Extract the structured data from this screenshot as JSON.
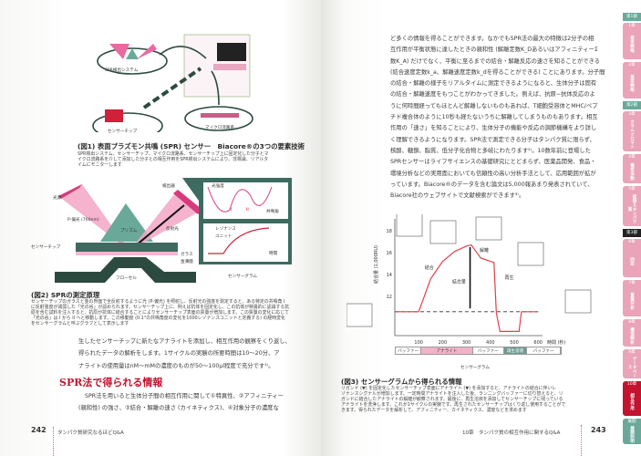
{
  "left_page": {
    "figure1": {
      "title": "(図1) 表面プラズモン共鳴 (SPR) センサー　Biacore®の3つの要素技術",
      "text": [
        "SPR検出システム、センサーチップ、マイクロ流路系、センサーチップ上に固定化した分子とマ",
        "イクロ流路系を介して添加した分子との相互作用をSPR検出システムにより、非標識、リアルタ",
        "イムにモニターします"
      ],
      "labels": {
        "detection": "SPR検出システム",
        "chip": "センサーチップ",
        "flow": "マイクロ流路系"
      }
    },
    "figure2": {
      "title": "(図2) SPRの測定原理",
      "text": [
        "センサーチップのガラスと金の界面で全反射するように光 (P-偏光) を照射し、反射光の強度を測定すると、ある特定の共鳴角 I",
        "に反射強度が減弱した「光の谷」が認められます。センサーチップ上に、例えば抗体を固定化し、この抗体が特異的に認識する抗",
        "原を含む試料を注入すると、抗原が抗体に結合することによりセンサーチップ表面の質量が増加します。この質量の変化に応じて",
        "「光の谷」は I から II へと移動します。この移動度 (0.1°の共鳴角度の変化を1000レゾナンスユニットと定義する) の経時変化",
        "をセンサーグラムと呼ぶグラフとして表示します"
      ],
      "labels": {
        "light_source": "光源",
        "p_polarized": "P-偏光 (760nm)",
        "prism": "プリズム",
        "detector": "検出器",
        "reflected": "反射光",
        "sensor_chip": "センサーチップ",
        "glass": "ガラス",
        "gold": "金薄膜",
        "flow_cell": "フローセル",
        "intensity": "光強度",
        "angle": "共鳴角",
        "resonance": "レゾナンス",
        "unit": "ユニット",
        "time": "時間",
        "sensorgram": "センサーグラム",
        "mark1": "I",
        "mark2": "II"
      }
    },
    "body": [
      "生したセンサーチップに新たなアナライトを添加し、相互作用の観察をくり返し、",
      "得られたデータの解析をします。1サイクルの実験の所要時間は10〜20分、ア",
      "ナライトの使用量はnM〜mMの濃度のものが50〜100μl程度で充分です¹⁾。"
    ],
    "heading": "SPR法で得られる情報",
    "body2": [
      "SPR法を用いると生体分子間の相互作用に関して①特異性、②アフィニティー",
      "(親和性) の強さ、③結合・解離の速さ (カイネティクス)、④対象分子の濃度な"
    ],
    "page_number": "242",
    "running_head": "タンパク質研究なるほどQ&A"
  },
  "right_page": {
    "body": [
      "ど多くの情報を得ることができます。なかでもSPR法の最大の特徴は2分子の相",
      "互作用が平衡状態に達したときの親和性 (解離定数K_DあるいはアフィニティーΣ",
      "数K_A) だけでなく、平衡に至るまでの結合・解離反応の速さを知ることができる",
      "(結合速度定数k_a、解離速度定数k_dを得ることができる) ことにあります。分子間",
      "の結合・解離の様子をリアルタイムに測定できるようになると、生体分子は固有",
      "の結合・解離速度をもつことがわかってきました。例えば、抗原−抗体反応のよ",
      "うに何時間経ってもほとんど解離しないものもあれば、T細胞受容体とMHC/ペプ",
      "チド複合体のように10秒も経たないうちに解離してしまうものもあります。相互",
      "作用の「速さ」を知ることにより、生体分子の機能や反応の調節機構をより詳し",
      "く理解できるようになります。SPR法で測定できる分子はタンパク質に限らず、",
      "核酸、糖鎖、脂質、低分子化合物と多岐にわたります²⁾。10数年前に登場した",
      "SPRセンサーはライフサイエンスの基礎研究にとどまらず、医薬品開発、食品・",
      "環境分析などの実用面においても信頼性の高い分析手法として、応用範囲が拡が",
      "っています。Biacore®のデータを含む論文は5,000報あまり発表されていて、",
      "Biacore社のウェブサイトで文献検索ができます³⁾。"
    ],
    "figure3": {
      "title": "(図3) センサーグラムから得られる情報",
      "text": [
        "リガンド (▼) を固定化したセンサーチップ表面にアナライト (▼) を添加すると、アナライトの結合に伴いレ",
        "ゾナンスシグナルが増加します。一定時間アナライトを注入した後、ランニングバッファーに切り替えると、リ",
        "ガンドに結合したアナライトの解離が観察されます。最後に、再生溶液を添加してセンサーチップに残っている",
        "アナライトを洗浄します。これが1サイクルの実験です。再生されたセンサーチップはくり返し使用することがで",
        "きます。得られたデータを解析して、アフィニティー、カイネティクス、濃度などを求めます"
      ]
    },
    "page_number": "243",
    "running_head": "10章　タンパク質の相互作用に関するQ&A"
  },
  "chart_data": {
    "type": "line",
    "title": "センサーグラム",
    "xlabel": "時間 (秒)",
    "ylabel": "結合量 (1,000RU)",
    "xlim": [
      0,
      640
    ],
    "ylim": [
      8.5,
      18.5
    ],
    "x_ticks": [
      "100",
      "200",
      "300",
      "400",
      "500",
      "600"
    ],
    "y_ticks": [
      "12",
      "14",
      "16",
      "18"
    ],
    "series": [
      {
        "name": "sensorgram",
        "color": "#e0404a",
        "x": [
          0,
          100,
          110,
          150,
          200,
          250,
          300,
          320,
          340,
          360,
          400,
          415,
          425,
          440,
          520,
          530,
          600
        ],
        "y": [
          10.6,
          10.6,
          11.2,
          13.6,
          15.2,
          16.1,
          16.6,
          16.7,
          16.1,
          15.5,
          15.2,
          15.1,
          10.5,
          8.8,
          8.8,
          10.6,
          10.6
        ]
      }
    ],
    "baseline": 10.6,
    "annotations": {
      "binding": "結合",
      "dissociation": "解離",
      "amount": "結合量",
      "regeneration": "再生"
    },
    "phases": [
      {
        "label": "バッファー",
        "from": 0,
        "to": 100,
        "color": "#ffffff"
      },
      {
        "label": "アナライト",
        "from": 100,
        "to": 300,
        "color": "#f2b3c8"
      },
      {
        "label": "バッファー",
        "from": 300,
        "to": 420,
        "color": "#ffffff"
      },
      {
        "label": "再生溶液",
        "from": 420,
        "to": 510,
        "color": "#6f9a92"
      },
      {
        "label": "バッファー",
        "from": 510,
        "to": 640,
        "color": "#ffffff"
      }
    ]
  },
  "side_tabs": [
    {
      "label": "第1部",
      "type": "part"
    },
    {
      "label": "1章",
      "title": "基本戦略"
    },
    {
      "label": "2章",
      "title": "基本戦略"
    },
    {
      "label": "第2部",
      "type": "part"
    },
    {
      "label": "3章",
      "title": "カラムクロマト"
    },
    {
      "label": "4章",
      "title": "電気泳動"
    },
    {
      "label": "5章",
      "title": "組換えタンパク質"
    },
    {
      "label": "第3部",
      "type": "part-dark"
    },
    {
      "label": "6章",
      "title": "同定"
    },
    {
      "label": "7章",
      "title": "質量分析"
    },
    {
      "label": "8章",
      "title": "構造解析"
    },
    {
      "label": "9章",
      "title": "データベース"
    },
    {
      "label": "10章",
      "title": "相互作用",
      "type": "active"
    },
    {
      "label": "展開",
      "title": "展開説明",
      "type": "teal"
    }
  ],
  "colors": {
    "accent": "#c4122f",
    "pink": "#eaa3b8",
    "teal": "#4f8a7e",
    "dark_green": "#2d4a40"
  }
}
